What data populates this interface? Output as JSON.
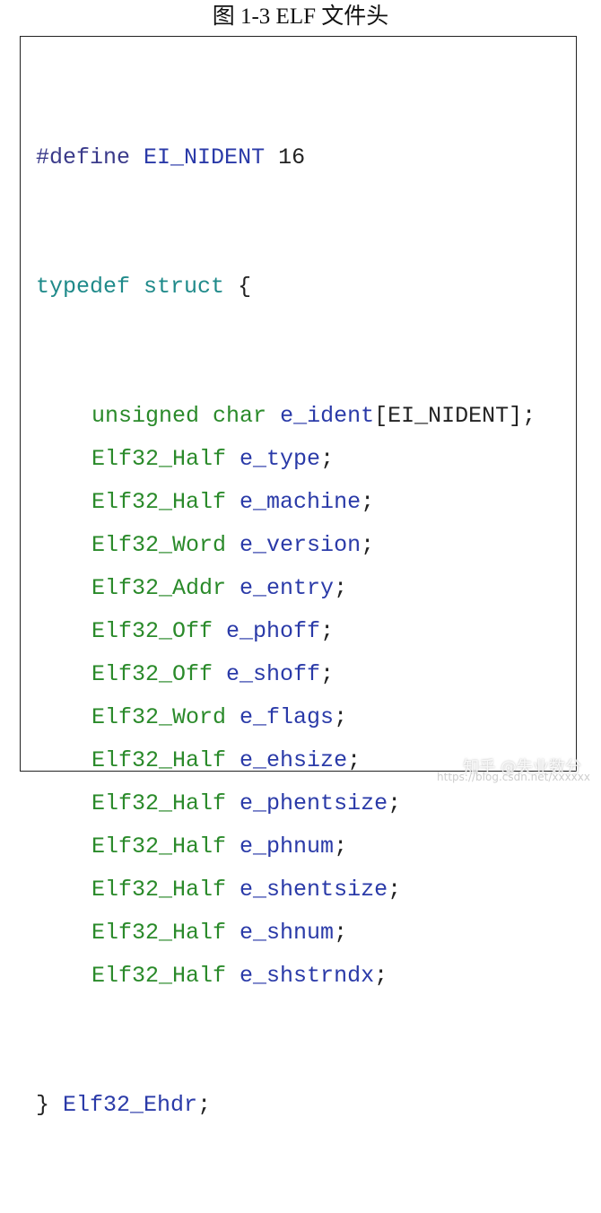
{
  "caption": "图 1-3 ELF 文件头",
  "code": {
    "define_kw": "#define",
    "define_name": "EI_NIDENT",
    "define_value": "16",
    "typedef_kw": "typedef",
    "struct_kw": "struct",
    "open_brace": "{",
    "fields": [
      {
        "type": "unsigned char",
        "name": "e_ident",
        "suffix": "[EI_NIDENT];"
      },
      {
        "type": "Elf32_Half",
        "name": "e_type",
        "suffix": ";"
      },
      {
        "type": "Elf32_Half",
        "name": "e_machine",
        "suffix": ";"
      },
      {
        "type": "Elf32_Word",
        "name": "e_version",
        "suffix": ";"
      },
      {
        "type": "Elf32_Addr",
        "name": "e_entry",
        "suffix": ";"
      },
      {
        "type": "Elf32_Off",
        "name": "e_phoff",
        "suffix": ";"
      },
      {
        "type": "Elf32_Off",
        "name": "e_shoff",
        "suffix": ";"
      },
      {
        "type": "Elf32_Word",
        "name": "e_flags",
        "suffix": ";"
      },
      {
        "type": "Elf32_Half",
        "name": "e_ehsize",
        "suffix": ";"
      },
      {
        "type": "Elf32_Half",
        "name": "e_phentsize",
        "suffix": ";"
      },
      {
        "type": "Elf32_Half",
        "name": "e_phnum",
        "suffix": ";"
      },
      {
        "type": "Elf32_Half",
        "name": "e_shentsize",
        "suffix": ";"
      },
      {
        "type": "Elf32_Half",
        "name": "e_shnum",
        "suffix": ";"
      },
      {
        "type": "Elf32_Half",
        "name": "e_shstrndx",
        "suffix": ";"
      }
    ],
    "close_brace": "}",
    "struct_name": "Elf32_Ehdr",
    "close_suffix": ";"
  },
  "watermark": {
    "text": "知乎 @失业数分",
    "url": "https://blog.csdn.net/xxxxxx"
  }
}
